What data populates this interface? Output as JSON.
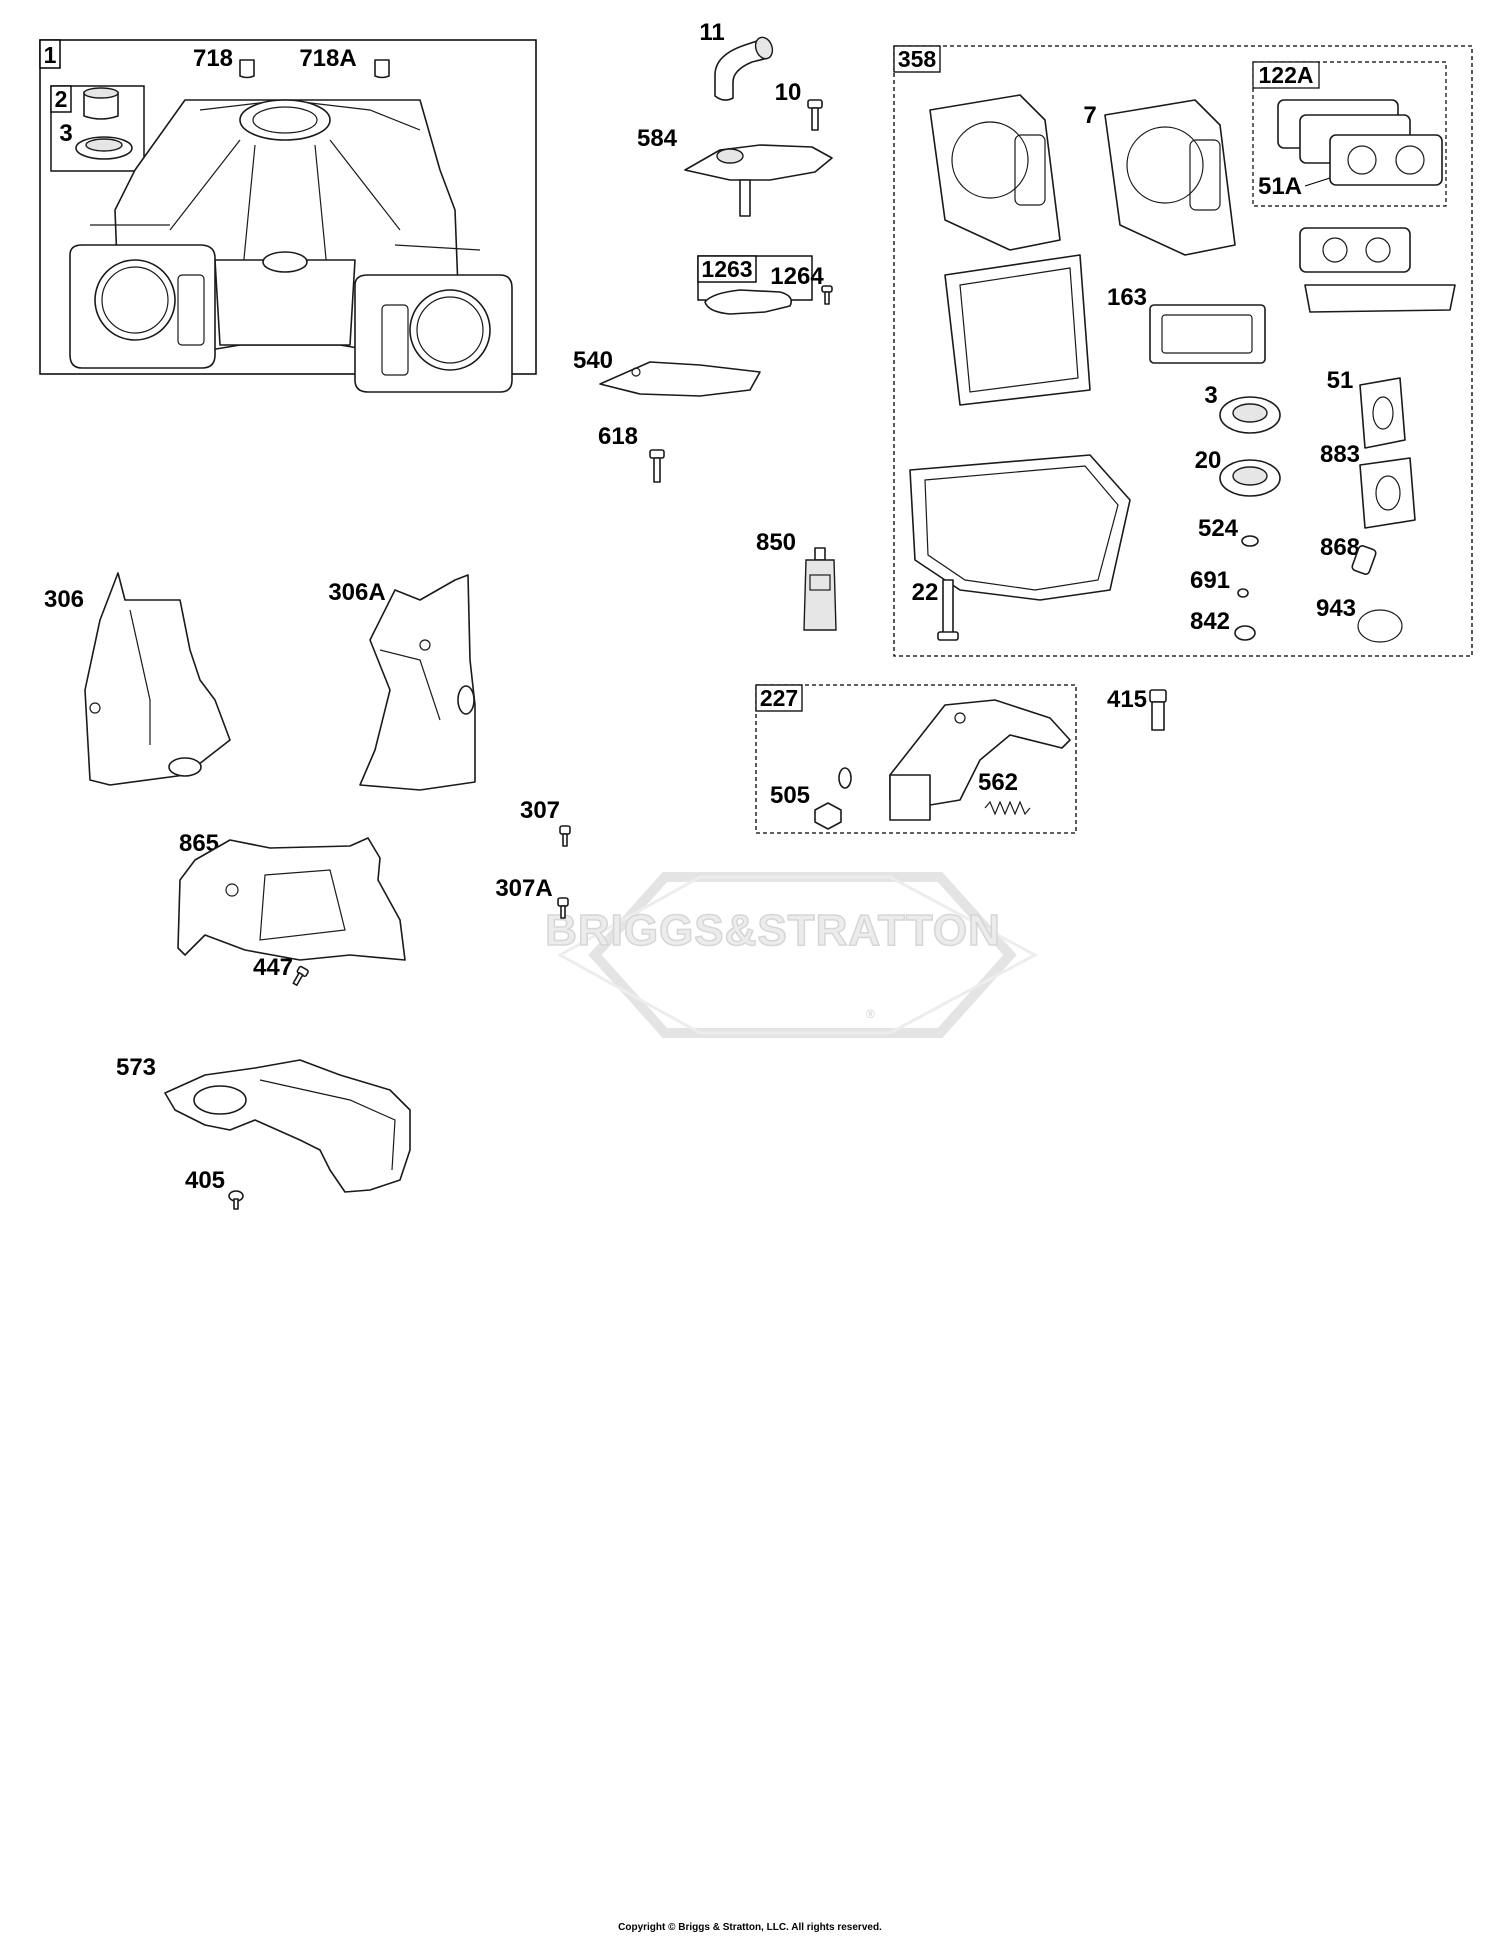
{
  "watermark": {
    "brand": "BRIGGS&STRATTON",
    "registered": "®"
  },
  "copyright": "Copyright © Briggs & Stratton, LLC. All rights reserved.",
  "groups": {
    "g1": "1",
    "g2": "2",
    "g358": "358",
    "g122A": "122A",
    "g1263": "1263",
    "g227": "227"
  },
  "callouts": {
    "c718": "718",
    "c718A": "718A",
    "c3a": "3",
    "c11": "11",
    "c10": "10",
    "c584": "584",
    "c1264": "1264",
    "c540": "540",
    "c618": "618",
    "c850": "850",
    "c7": "7",
    "c51A": "51A",
    "c163": "163",
    "c3b": "3",
    "c51": "51",
    "c20": "20",
    "c883": "883",
    "c524": "524",
    "c868": "868",
    "c22": "22",
    "c691": "691",
    "c842": "842",
    "c943": "943",
    "c415": "415",
    "c505": "505",
    "c562": "562",
    "c306": "306",
    "c306A": "306A",
    "c307": "307",
    "c865": "865",
    "c307A": "307A",
    "c447": "447",
    "c573": "573",
    "c405": "405"
  }
}
